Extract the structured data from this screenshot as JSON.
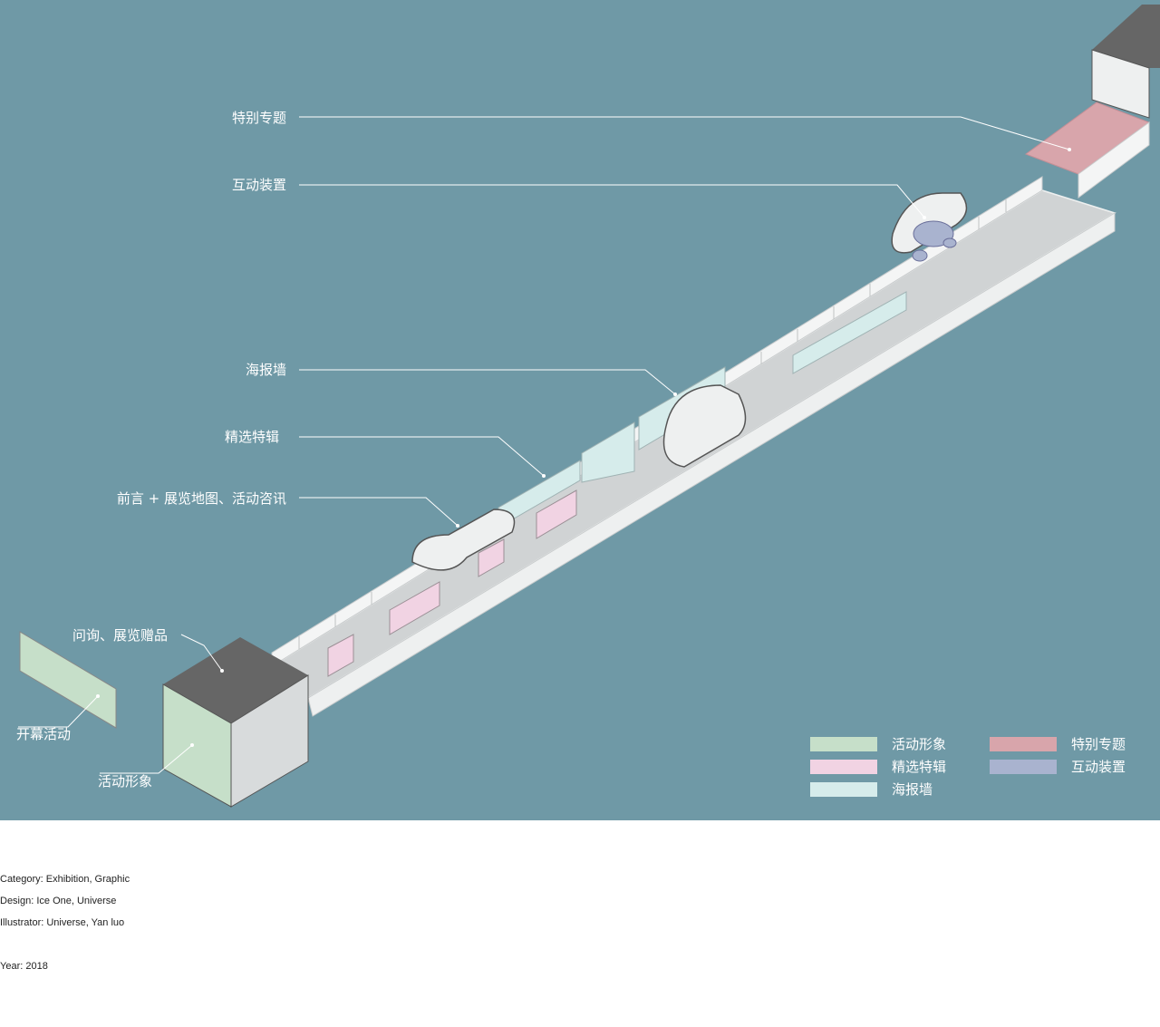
{
  "callouts": {
    "special_topic": "特别专题",
    "interactive": "互动装置",
    "poster_wall": "海报墙",
    "selected": "精选特辑",
    "preface": "前言 + 展览地图、活动咨讯",
    "inquiry": "问询、展览赠品",
    "opening": "开幕活动",
    "activity_image": "活动形象"
  },
  "legend": [
    {
      "label": "活动形象",
      "color": "#c6dfc9"
    },
    {
      "label": "精选特辑",
      "color": "#f1d3e3"
    },
    {
      "label": "海报墙",
      "color": "#d6eceb"
    },
    {
      "label": "特别专题",
      "color": "#d8a5ab"
    },
    {
      "label": "互动装置",
      "color": "#a9b3cf"
    }
  ],
  "colors": {
    "background": "#6f99a6",
    "corridor_floor": "#d0d3d4",
    "wall": "#f4f5f5",
    "box_roof": "#666666"
  },
  "meta": {
    "category": "Category: Exhibition, Graphic",
    "design": "Design: Ice One, Universe",
    "illustrator": "Illustrator: Universe, Yan luo",
    "year": "Year: 2018"
  }
}
